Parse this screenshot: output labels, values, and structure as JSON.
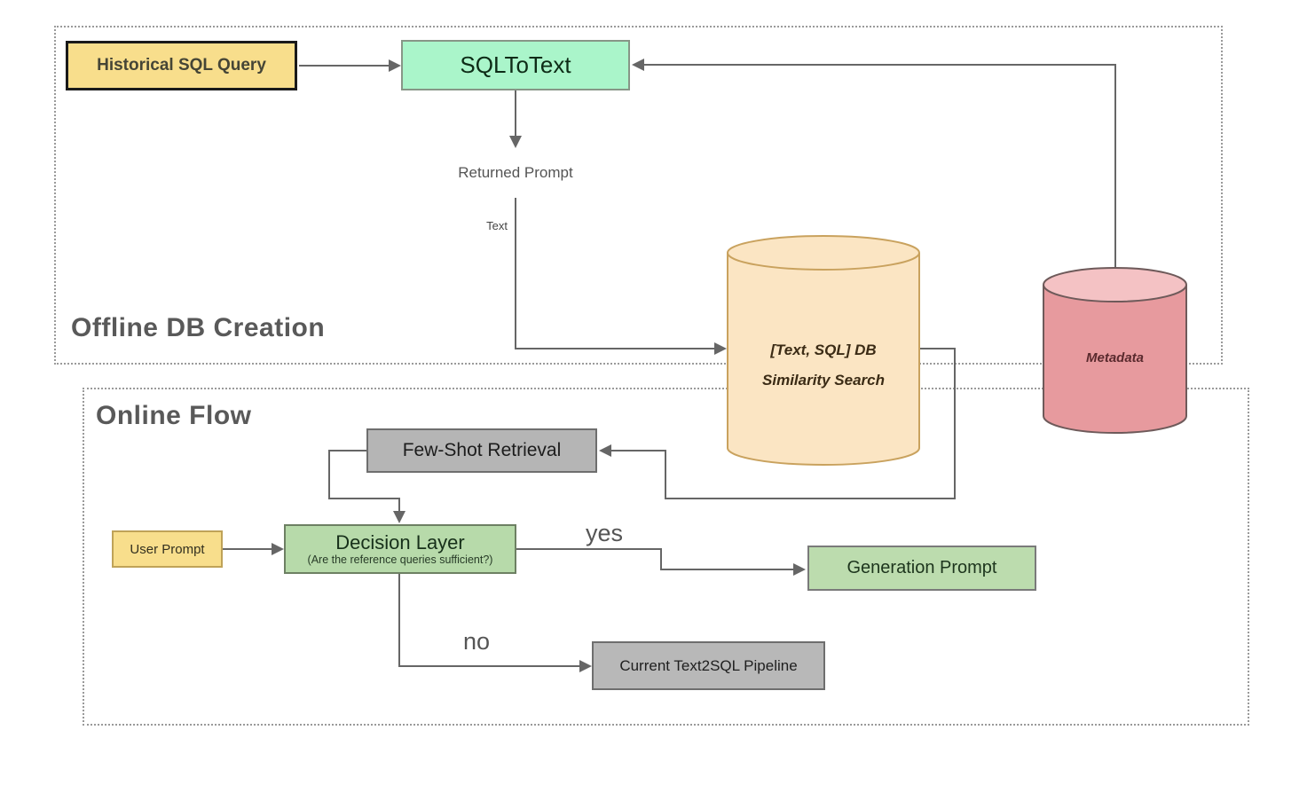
{
  "diagram": {
    "sections": {
      "offline": {
        "title": "Offline DB Creation"
      },
      "online": {
        "title": "Online Flow"
      }
    },
    "nodes": {
      "historical_sql_query": {
        "label": "Historical SQL Query",
        "fill": "#f8de8c",
        "border": "#1a1a1a"
      },
      "sql_to_text": {
        "label": "SQLToText",
        "fill": "#aaf5ca",
        "border": "#879687"
      },
      "few_shot_retrieval": {
        "label": "Few-Shot Retrieval",
        "fill": "#b5b5b5",
        "border": "#6e6e6e"
      },
      "user_prompt": {
        "label": "User Prompt",
        "fill": "#f8de8c",
        "border": "#bfa258"
      },
      "decision_layer": {
        "label": "Decision Layer",
        "sublabel": "(Are the reference queries sufficient?)",
        "fill": "#b7daaa",
        "border": "#6d8063"
      },
      "generation_prompt": {
        "label": "Generation Prompt",
        "fill": "#bcdcae",
        "border": "#7a7a7a"
      },
      "current_text2sql_pipeline": {
        "label": "Current Text2SQL Pipeline",
        "fill": "#b8b8b8",
        "border": "#6e6e6e"
      }
    },
    "cylinders": {
      "text_sql_db": {
        "line1": "[Text, SQL] DB",
        "line2": "Similarity Search",
        "fill": "#fbe5c3",
        "stroke": "#c9a25e"
      },
      "metadata": {
        "label": "Metadata",
        "fill": "#e79a9e",
        "top_fill": "#f4c2c4",
        "stroke": "#6e5a5a"
      }
    },
    "edge_labels": {
      "returned_prompt": "Returned Prompt",
      "text": "Text",
      "yes": "yes",
      "no": "no"
    },
    "colors": {
      "connector": "#666666",
      "dotted_border": "#9a9a9a",
      "section_title": "#595959",
      "background": "#ffffff"
    }
  }
}
